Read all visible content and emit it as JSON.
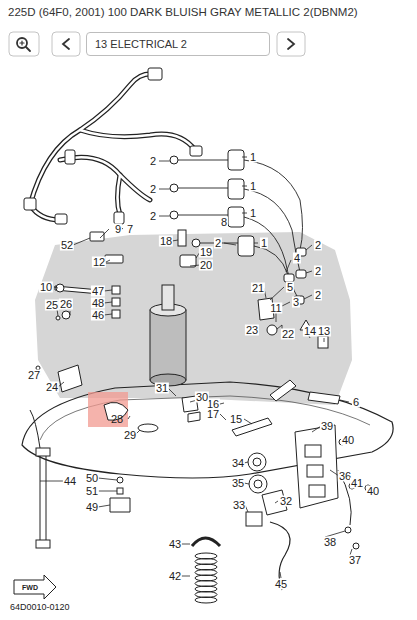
{
  "diagram": {
    "title": "225D (64F0, 2001) 100 DARK BLUISH GRAY METALLIC 2(DBNM2)",
    "caption": "64D0010-0120",
    "nodes": [
      {
        "text": [
          "13 ELECTRICAL 2"
        ]
      }
    ],
    "labels": [
      "1",
      "1",
      "1",
      "1",
      "2",
      "2",
      "2",
      "2",
      "2",
      "2",
      "2",
      "3",
      "4",
      "5",
      "6",
      "7",
      "8",
      "9",
      "10",
      "11",
      "12",
      "13",
      "14",
      "15",
      "16",
      "17",
      "18",
      "19",
      "20",
      "21",
      "22",
      "23",
      "24",
      "25",
      "26",
      "27",
      "28",
      "29",
      "30",
      "31",
      "32",
      "33",
      "34",
      "35",
      "36",
      "37",
      "38",
      "39",
      "40",
      "40",
      "41",
      "42",
      "43",
      "44",
      "45",
      "46",
      "47",
      "48",
      "49",
      "50",
      "51",
      "52",
      "FWD"
    ]
  }
}
